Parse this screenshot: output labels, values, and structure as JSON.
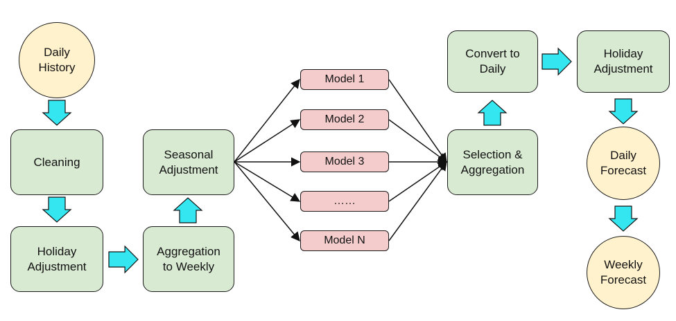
{
  "nodes": {
    "daily_history": "Daily\nHistory",
    "cleaning": "Cleaning",
    "holiday_adjustment_1": "Holiday\nAdjustment",
    "aggregation_weekly": "Aggregation\nto Weekly",
    "seasonal_adjustment": "Seasonal\nAdjustment",
    "models": [
      "Model 1",
      "Model 2",
      "Model 3",
      "……",
      "Model N"
    ],
    "selection_aggregation": "Selection &\nAggregation",
    "convert_daily": "Convert to\nDaily",
    "holiday_adjustment_2": "Holiday\nAdjustment",
    "daily_forecast": "Daily\nForecast",
    "weekly_forecast": "Weekly\nForecast"
  },
  "colors": {
    "process_fill": "#d9ead3",
    "endpoint_fill": "#fff2cc",
    "model_fill": "#f4cccc",
    "block_arrow_fill": "#33e6f0",
    "line": "#111111"
  }
}
